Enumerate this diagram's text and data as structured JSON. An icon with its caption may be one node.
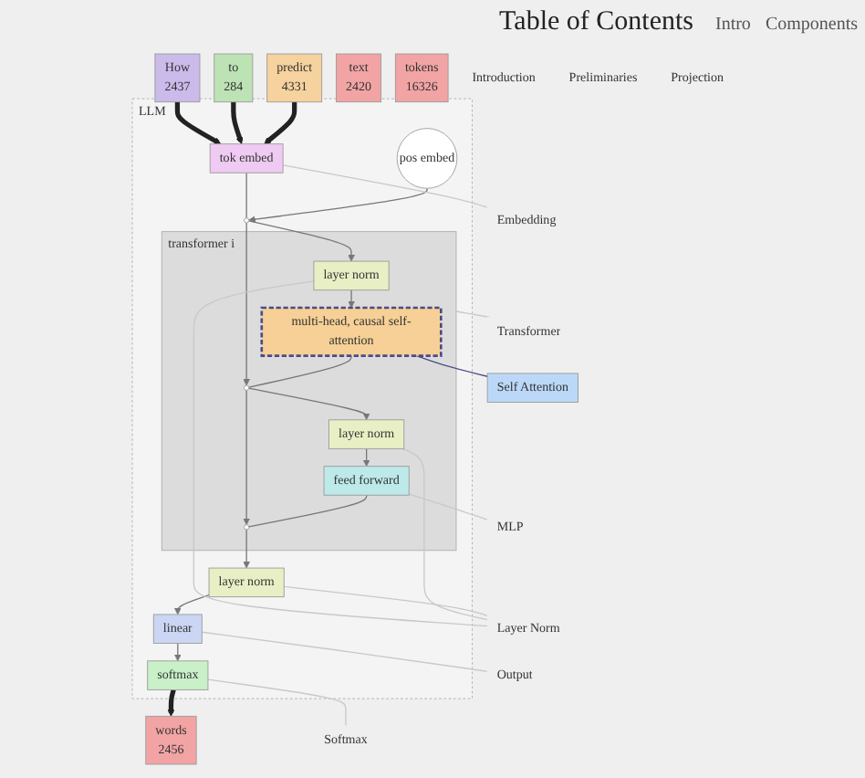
{
  "diagram": {
    "title": "Table of Contents",
    "nodes": [
      {
        "text": [
          "How",
          "2437"
        ]
      },
      {
        "text": [
          "to",
          "284"
        ]
      },
      {
        "text": [
          "predict",
          "4331"
        ]
      },
      {
        "text": [
          "text",
          "2420"
        ]
      },
      {
        "text": [
          "tokens",
          "16326"
        ]
      },
      {
        "text": [
          "words",
          "2456"
        ]
      },
      {
        "text": [
          "LLM"
        ]
      },
      {
        "text": [
          "tok embed"
        ],
        "in": 6
      },
      {
        "text": [
          "pos embed"
        ],
        "in": 6
      },
      {
        "text": [],
        "shape": "circle",
        "in": 6
      },
      {
        "text": [
          "transformer i"
        ],
        "in": 6
      },
      {
        "text": [
          "layer norm"
        ],
        "in": 10
      },
      {
        "text": [
          "multi-head, causal self-attention"
        ],
        "in": 10
      },
      {
        "text": [],
        "shape": "circle",
        "in": 10
      },
      {
        "text": [
          "layer norm"
        ],
        "in": 10
      },
      {
        "text": [
          "feed forward"
        ],
        "in": 10
      },
      {
        "text": [],
        "shape": "circle",
        "in": 10
      },
      {
        "text": [
          "layer norm"
        ],
        "in": 6
      },
      {
        "text": [
          "linear"
        ],
        "in": 6
      },
      {
        "text": [
          "softmax"
        ],
        "in": 6
      },
      {
        "text": [
          "Introduction"
        ]
      },
      {
        "text": [
          "Preliminaries"
        ]
      },
      {
        "text": [
          "Embedding"
        ]
      },
      {
        "text": [
          "Layer Norm"
        ]
      },
      {
        "text": [
          "Self Attention"
        ]
      },
      {
        "text": [
          "Projection"
        ]
      },
      {
        "text": [
          "MLP"
        ]
      },
      {
        "text": [
          "Transformer"
        ]
      },
      {
        "text": [
          "Softmax"
        ]
      },
      {
        "text": [
          "Output"
        ]
      }
    ],
    "edges": [
      {
        "from": 0,
        "to": 7,
        "arrow": "to",
        "style": "thick",
        "color": "#222222"
      },
      {
        "from": 1,
        "to": 7,
        "arrow": "to",
        "style": "thick",
        "color": "#222222"
      },
      {
        "from": 2,
        "to": 7,
        "arrow": "to",
        "style": "thick",
        "color": "#222222"
      },
      {
        "from": 7,
        "to": 9,
        "arrow": "none"
      },
      {
        "from": 8,
        "to": 9,
        "arrow": "to"
      },
      {
        "from": 9,
        "to": 11,
        "arrow": "to"
      },
      {
        "from": 9,
        "to": 13,
        "arrow": "to"
      },
      {
        "from": 11,
        "to": 12,
        "arrow": "to"
      },
      {
        "from": 12,
        "to": 13,
        "arrow": "none"
      },
      {
        "from": 13,
        "to": 14,
        "arrow": "to"
      },
      {
        "from": 13,
        "to": 16,
        "arrow": "to"
      },
      {
        "from": 14,
        "to": 15,
        "arrow": "to"
      },
      {
        "from": 15,
        "to": 16,
        "arrow": "none"
      },
      {
        "from": 16,
        "to": 17,
        "arrow": "to"
      },
      {
        "from": 17,
        "to": 18,
        "arrow": "to"
      },
      {
        "from": 18,
        "to": 19,
        "arrow": "to"
      },
      {
        "from": 19,
        "to": 5,
        "arrow": "to",
        "style": "thick",
        "color": "#222222"
      },
      {
        "from": 7,
        "to": 22,
        "arrow": "none",
        "color": "#c8c8c8"
      },
      {
        "from": 11,
        "to": 23,
        "arrow": "none",
        "color": "#c8c8c8"
      },
      {
        "from": 14,
        "to": 23,
        "arrow": "none",
        "color": "#c8c8c8"
      },
      {
        "from": 17,
        "to": 23,
        "arrow": "none",
        "color": "#c8c8c8"
      },
      {
        "from": 12,
        "to": 24,
        "arrow": "none",
        "color": "#4a4a8a"
      },
      {
        "from": 15,
        "to": 26,
        "arrow": "none",
        "color": "#c8c8c8"
      },
      {
        "from": 10,
        "to": 27,
        "arrow": "none",
        "color": "#c8c8c8"
      },
      {
        "from": 19,
        "to": 28,
        "arrow": "none",
        "color": "#c8c8c8"
      },
      {
        "from": 18,
        "to": 29,
        "arrow": "none",
        "color": "#c8c8c8"
      }
    ],
    "labels": [
      "Intro",
      "Components"
    ]
  }
}
